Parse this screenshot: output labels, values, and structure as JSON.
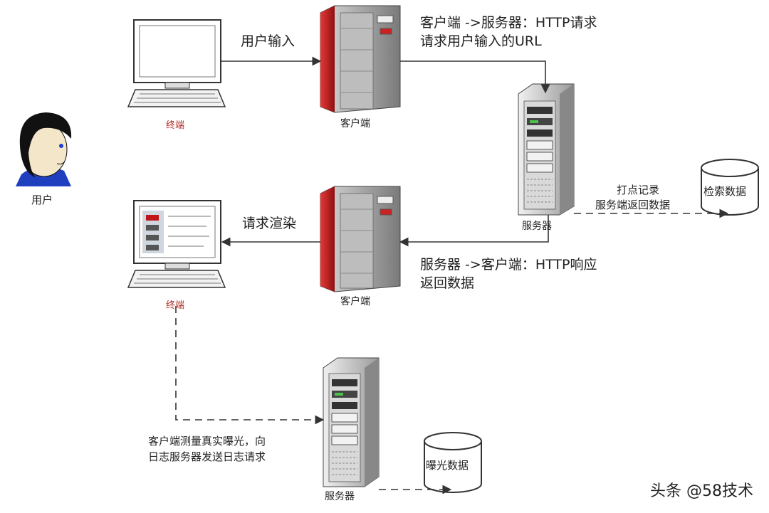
{
  "labels": {
    "user": "用户",
    "terminal_top": "终端",
    "terminal_mid": "终端",
    "client_top": "客户端",
    "client_mid": "客户端",
    "server_right": "服务器",
    "server_bottom": "服务器",
    "db_search": "检索数据",
    "db_exposure": "曝光数据",
    "user_input": "用户输入",
    "request_render": "请求渲染",
    "http_request_1": "客户端 ->服务器：HTTP请求",
    "http_request_2": "请求用户输入的URL",
    "http_response_1": "服务器 ->客户端：HTTP响应",
    "http_response_2": "返回数据",
    "log_record_1": "打点记录",
    "log_record_2": "服务端返回数据",
    "exposure_log_1": "客户端测量真实曝光，向",
    "exposure_log_2": "日志服务器发送日志请求"
  },
  "watermark": "头条 @58技术",
  "colors": {
    "server_red": "#c0161a",
    "server_gray": "#8a8a8a",
    "line": "#333333"
  }
}
